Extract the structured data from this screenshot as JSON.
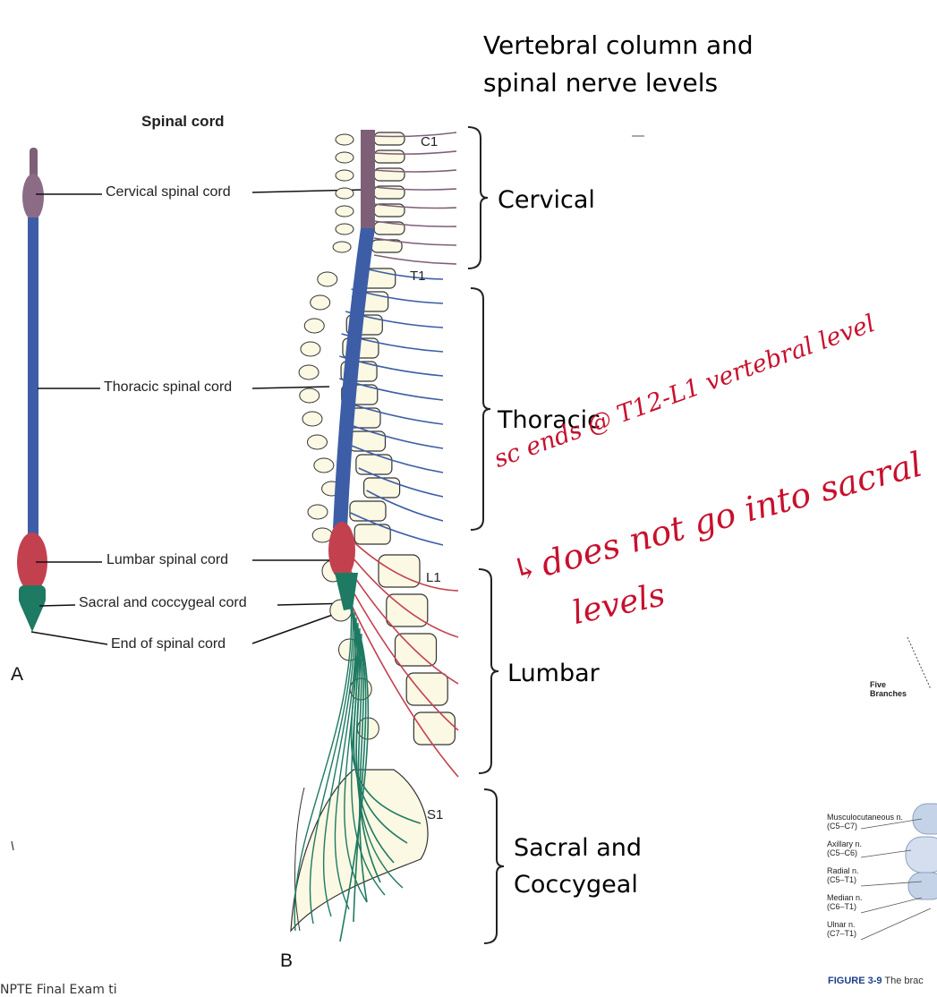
{
  "title": {
    "line1": "Vertebral column and",
    "line2": "spinal nerve levels"
  },
  "panel_a": {
    "heading": "Spinal cord",
    "labels": {
      "cervical": "Cervical spinal cord",
      "thoracic": "Thoracic spinal cord",
      "lumbar": "Lumbar spinal cord",
      "sacral": "Sacral and coccygeal cord",
      "end": "End of spinal cord"
    },
    "letter": "A"
  },
  "panel_b": {
    "letter": "B",
    "levels": {
      "c1": "C1",
      "t1": "T1",
      "l1": "L1",
      "s1": "S1"
    }
  },
  "regions": {
    "cervical": "Cervical",
    "thoracic": "Thoracic",
    "lumbar": "Lumbar",
    "sacral_line1": "Sacral and",
    "sacral_line2": "Coccygeal"
  },
  "handwritten": {
    "line1": "sc ends @ T12-L1 vertebral level",
    "line2": "does not go into sacral",
    "line3": "levels",
    "arrow": "↳"
  },
  "right_figure": {
    "branches": "Five\nBranches",
    "nerves": [
      {
        "name": "Musculocutaneous n.",
        "levels": "(C5–C7)"
      },
      {
        "name": "Axillary n.",
        "levels": "(C5–C6)"
      },
      {
        "name": "Radial n.",
        "levels": "(C5–T1)"
      },
      {
        "name": "Median n.",
        "levels": "(C6–T1)"
      },
      {
        "name": "Ulnar n.",
        "levels": "(C7–T1)"
      }
    ],
    "caption_bold": "FIGURE 3-9",
    "caption_rest": " The brac"
  },
  "footer": "NPTE Final Exam ti",
  "colors": {
    "cervical": "#7e5f78",
    "thoracic": "#3d5ea6",
    "lumbar": "#c3414f",
    "sacral": "#1e7a62",
    "bone": "#fbf8e3",
    "annotation": "#c8102e"
  }
}
